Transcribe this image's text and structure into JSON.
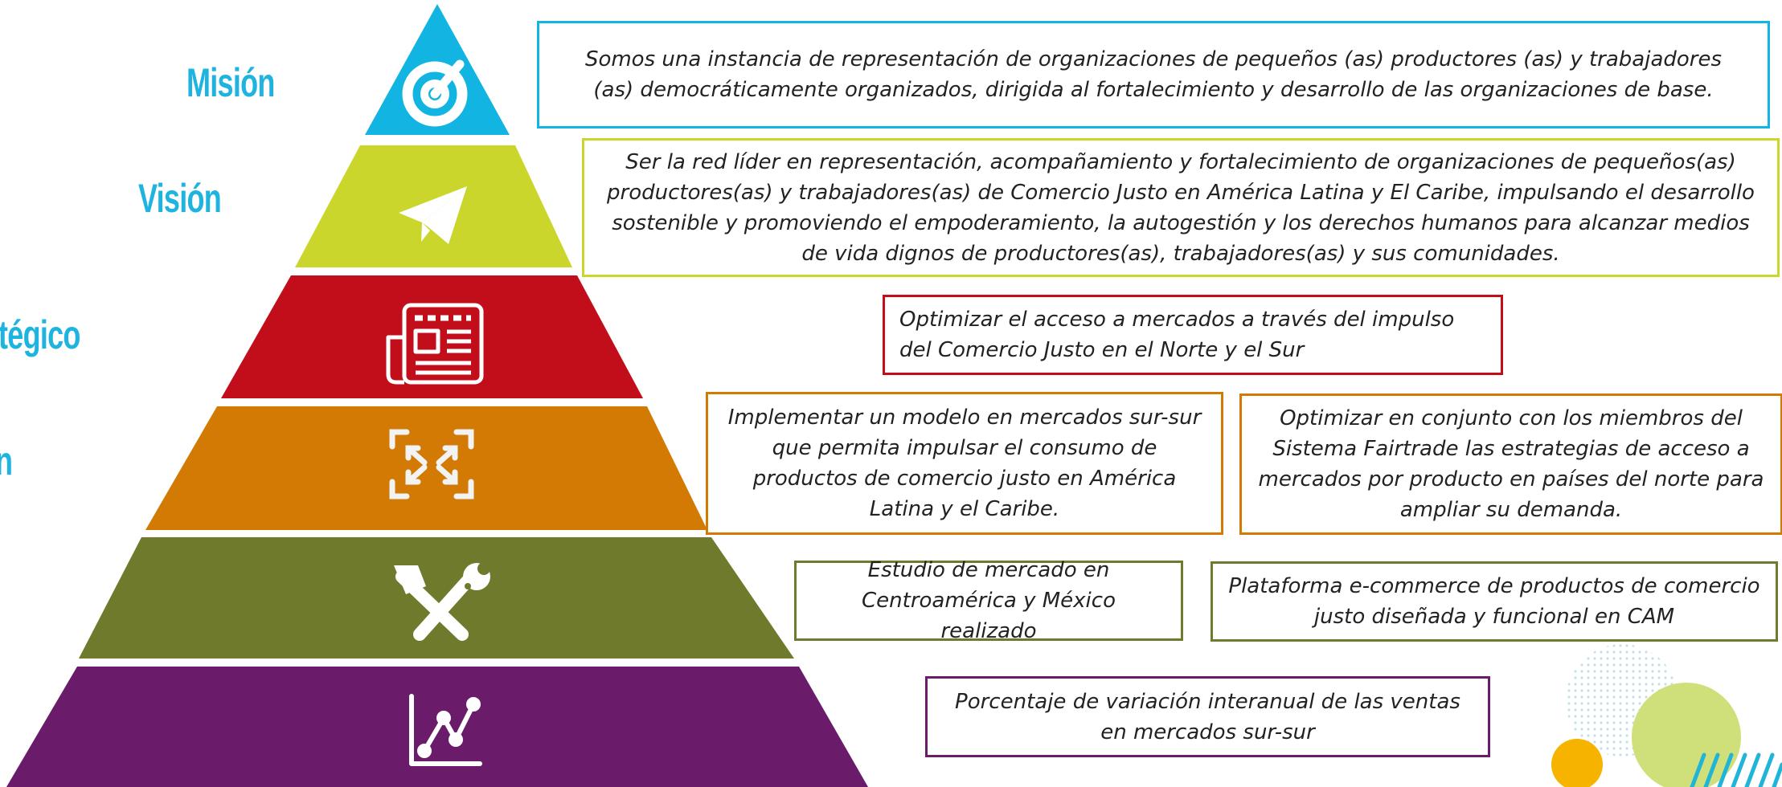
{
  "colors": {
    "mision": "#12b5e2",
    "vision": "#cad62c",
    "objetivo": "#c20e1a",
    "estrategia": "#d27a04",
    "resultado": "#6f7a2d",
    "indicador": "#6a1c6a",
    "label": "#1fb4e0"
  },
  "labels": {
    "mision": "Misión",
    "vision": "Visión",
    "objetivo": "tégico",
    "estrategia": "n"
  },
  "levels": [
    {
      "key": "mision",
      "icon": "target-icon"
    },
    {
      "key": "vision",
      "icon": "paper-plane-icon"
    },
    {
      "key": "objetivo",
      "icon": "newspaper-icon"
    },
    {
      "key": "estrategia",
      "icon": "expand-arrows-icon"
    },
    {
      "key": "resultado",
      "icon": "tools-icon"
    },
    {
      "key": "indicador",
      "icon": "line-chart-icon"
    }
  ],
  "texts": {
    "mision": "Somos una instancia de representación de organizaciones de pequeños (as) productores (as) y trabajadores (as) democráticamente organizados, dirigida al fortalecimiento y desarrollo de las organizaciones de base.",
    "vision": "Ser la red líder en representación, acompañamiento y fortalecimiento de organizaciones de pequeños(as) productores(as) y trabajadores(as) de Comercio Justo en América Latina y El Caribe, impulsando el desarrollo sostenible y promoviendo el empoderamiento, la autogestión y los derechos humanos para alcanzar medios de vida dignos de productores(as), trabajadores(as) y sus comunidades.",
    "objetivo": "Optimizar el acceso a mercados a través del impulso del Comercio Justo en el Norte y el Sur",
    "estrategia_1": "Implementar un modelo en mercados sur-sur que permita impulsar el consumo de productos de comercio justo en América Latina y el Caribe.",
    "estrategia_2": "Optimizar en conjunto con los miembros del Sistema Fairtrade las estrategias de acceso a mercados por producto en países del norte para ampliar su demanda.",
    "resultado_1": "Estudio de mercado en Centroamérica y México realizado",
    "resultado_2": "Plataforma e-commerce de productos de comercio justo diseñada y funcional en CAM",
    "indicador": "Porcentaje de variación interanual de las ventas en mercados sur-sur"
  }
}
